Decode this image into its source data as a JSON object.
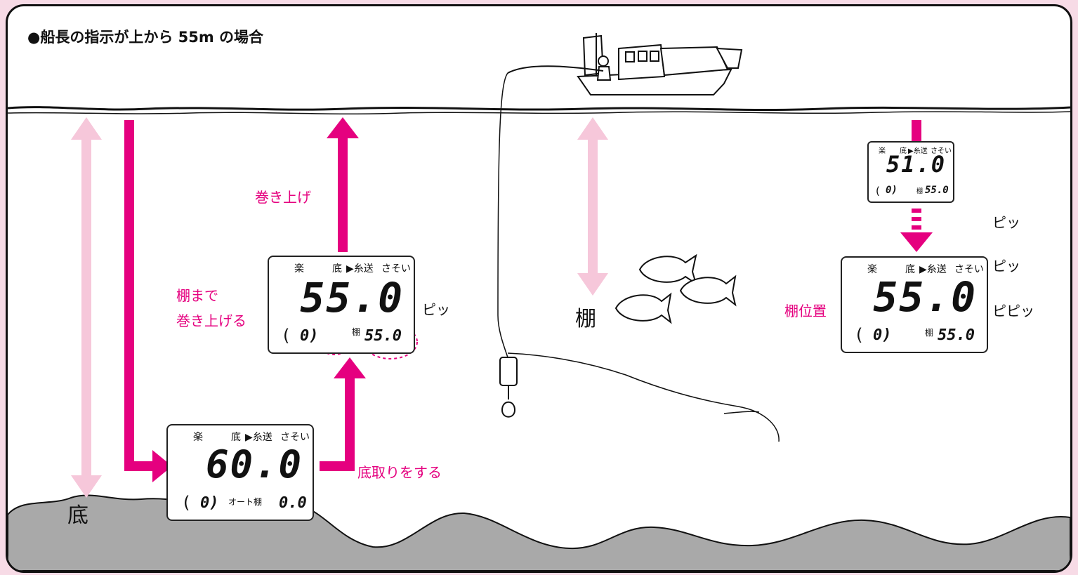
{
  "title": "●船長の指示が上から 55m の場合",
  "colors": {
    "accent": "#e5007f",
    "accent_light": "#f6c7da",
    "seabed": "#a9a9a9",
    "frame_bg": "#f7dbe6"
  },
  "labels": {
    "maki_age": "巻き上げ",
    "tana_made_1": "棚まで",
    "tana_made_2": "巻き上げる",
    "sokotori": "底取りをする",
    "soko": "底",
    "tana": "棚",
    "tana_ichi": "棚位置",
    "pi1": "ピッ",
    "pi2": "ピッ",
    "pi3": "ピッ",
    "pipi": "ピピッ"
  },
  "lcd_bottom": {
    "raku": "楽",
    "soko": "底",
    "itookuri": "▶糸送",
    "sasoi": "さそい",
    "depth": "60.0",
    "paren_open": "(",
    "counter": "0)",
    "auto": "オート棚",
    "tana_val": "0.0"
  },
  "lcd_middle": {
    "raku": "楽",
    "soko": "底",
    "itookuri": "▶糸送",
    "sasoi": "さそい",
    "depth": "55.0",
    "paren_open": "(",
    "counter": "0)",
    "tana_label": "棚",
    "tana_val": "55.0"
  },
  "lcd_small": {
    "raku": "楽",
    "soko": "底",
    "itookuri": "▶糸送",
    "sasoi": "さそい",
    "depth": "51.0",
    "paren_open": "(",
    "counter": "0)",
    "tana_label": "棚",
    "tana_val": "55.0"
  },
  "lcd_right": {
    "raku": "楽",
    "soko": "底",
    "itookuri": "▶糸送",
    "sasoi": "さそい",
    "depth": "55.0",
    "paren_open": "(",
    "counter": "0)",
    "tana_label": "棚",
    "tana_val": "55.0"
  }
}
